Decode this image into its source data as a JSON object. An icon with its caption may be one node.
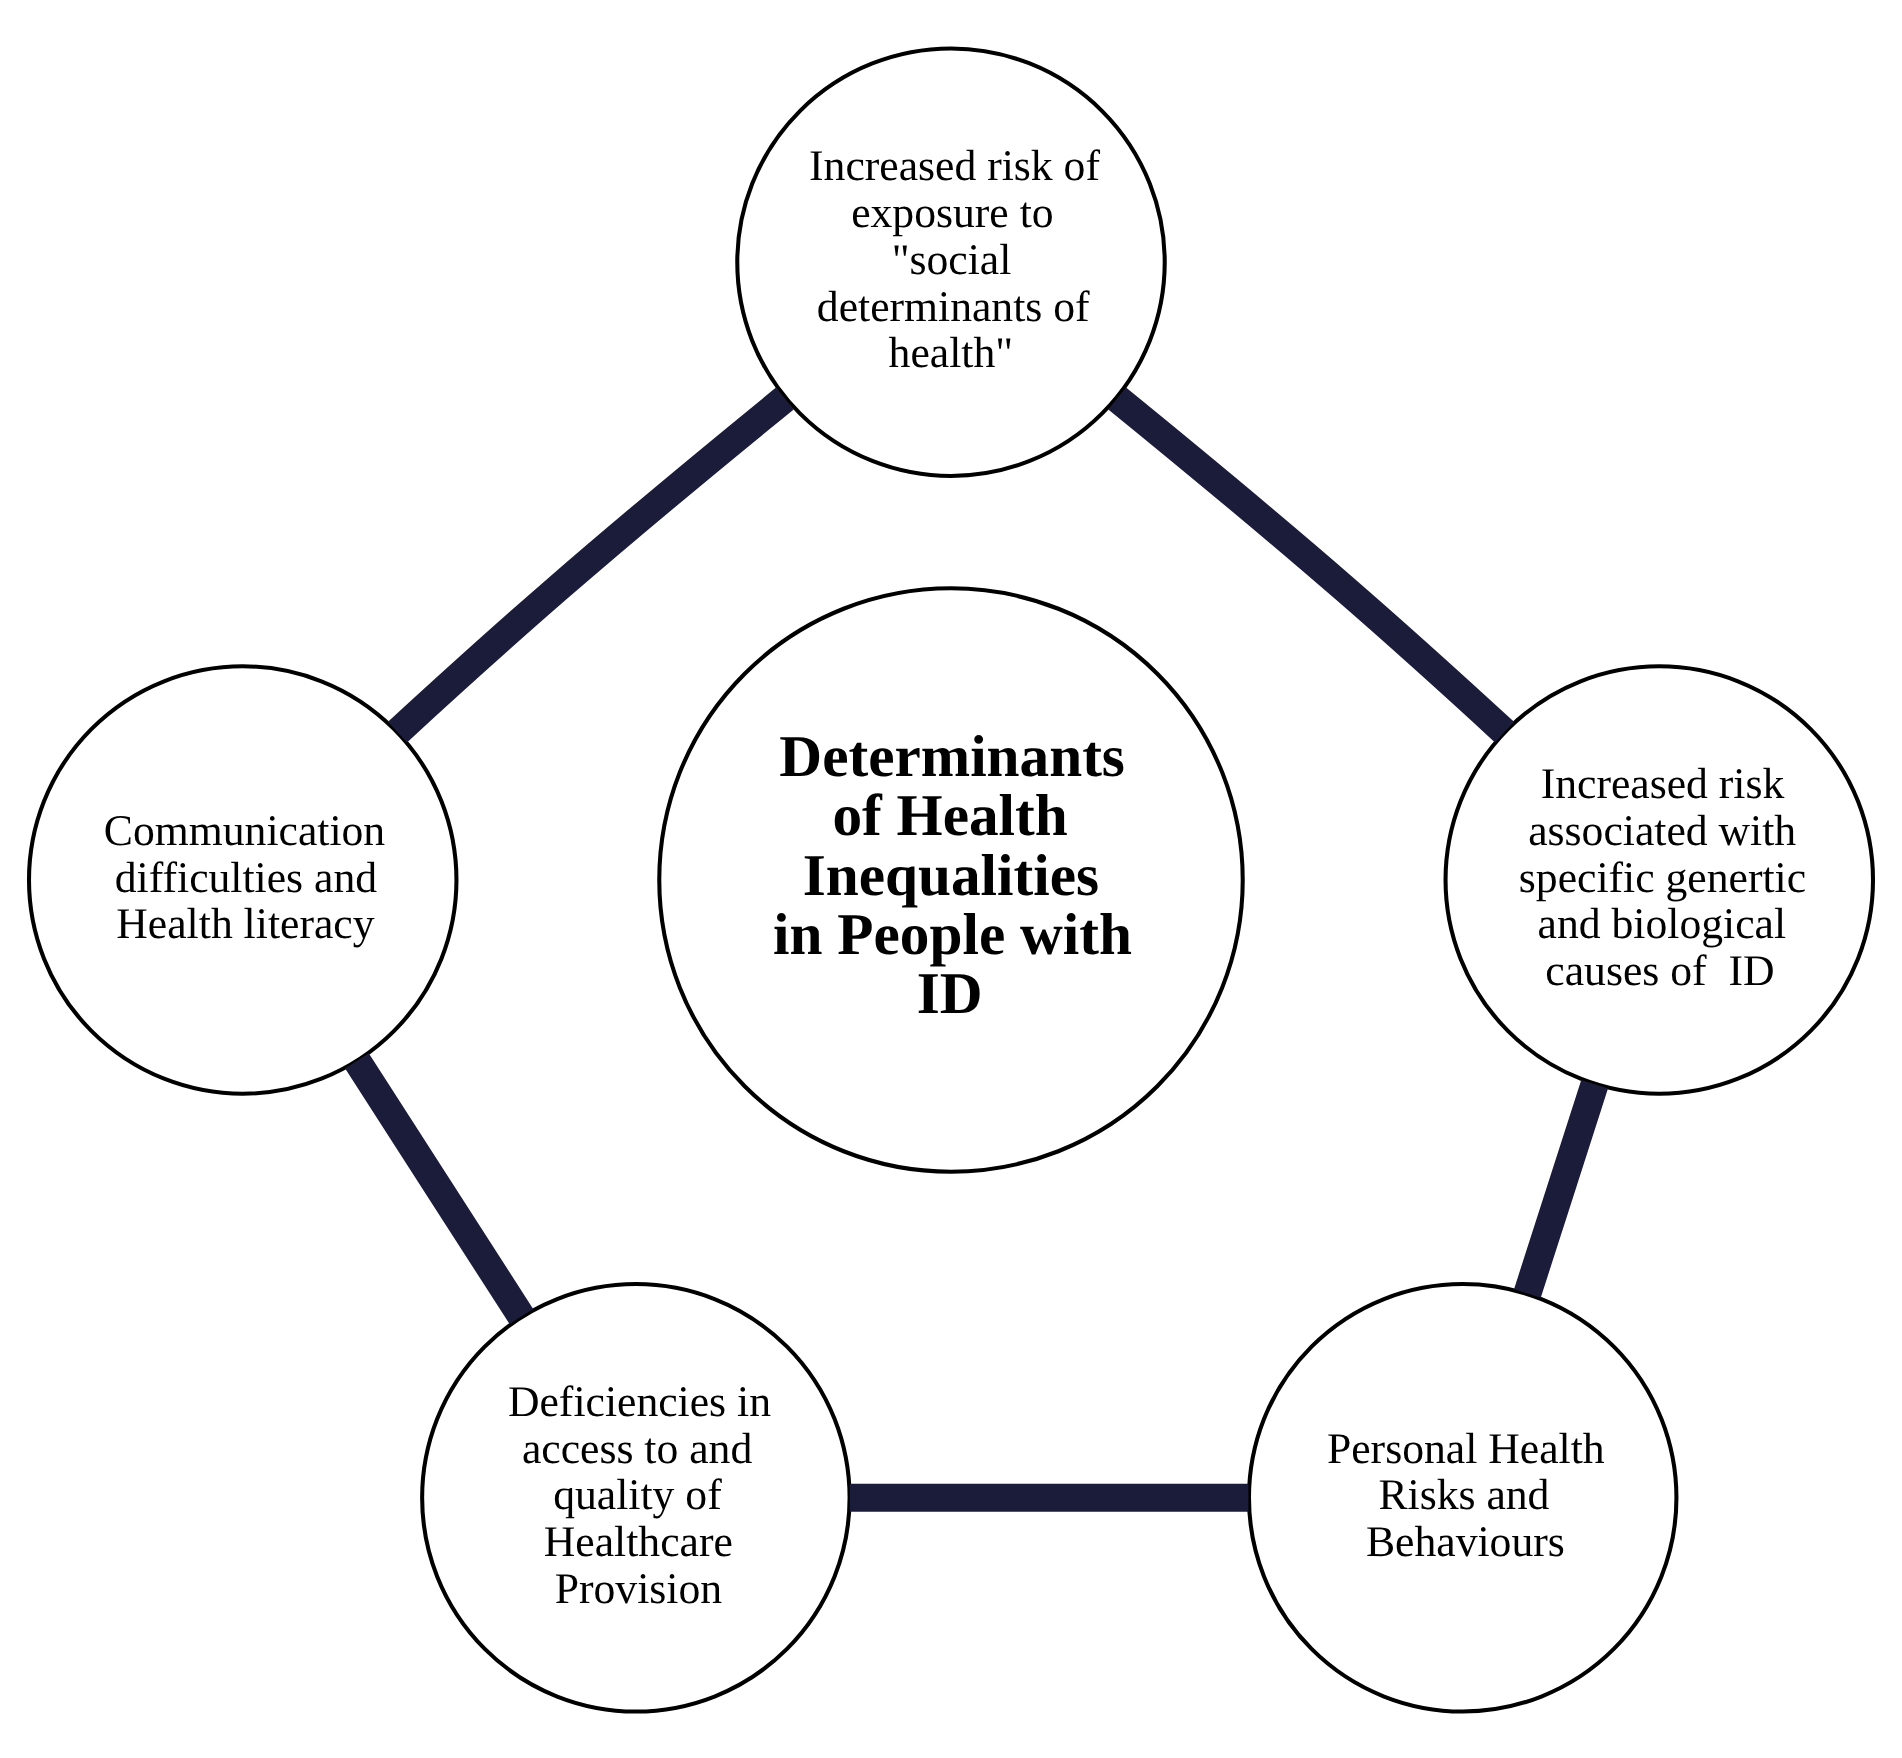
{
  "diagram": {
    "nodes": [
      {
        "text": [
          "Increased risk of exposure to \"social determinants of health\""
        ]
      },
      {
        "text": [
          "Communication difficulties and Health literacy"
        ]
      },
      {
        "text": [
          "Determinants of Health Inequalities in People with ID"
        ]
      },
      {
        "text": [
          "Increased risk associated with specific genertic and biological causes of  ID"
        ]
      },
      {
        "text": [
          "Deficiencies in access to and quality of Healthcare Provision"
        ]
      },
      {
        "text": [
          "Personal Health Risks and Behaviours"
        ]
      }
    ],
    "edges": [
      {
        "from": 0,
        "to": 3,
        "arrow": "none"
      },
      {
        "from": 3,
        "to": 5,
        "arrow": "none"
      },
      {
        "from": 4,
        "to": 5,
        "arrow": "none"
      },
      {
        "from": 4,
        "to": 1,
        "arrow": "none"
      },
      {
        "from": 1,
        "to": 0,
        "arrow": "none"
      }
    ]
  }
}
